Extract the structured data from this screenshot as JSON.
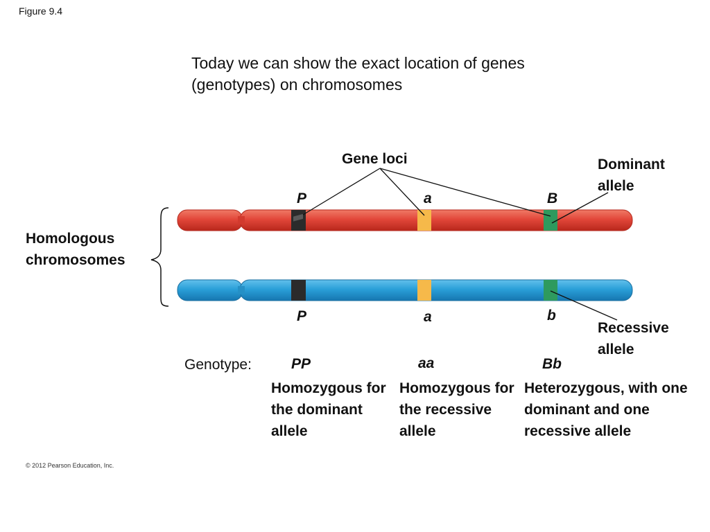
{
  "figure_label": "Figure 9.4",
  "headline": "Today we can show the exact location of genes (genotypes) on chromosomes",
  "labels": {
    "gene_loci": "Gene loci",
    "dominant_allele": "Dominant allele",
    "recessive_allele": "Recessive allele",
    "homologous_chromosomes": "Homologous chromosomes",
    "genotype": "Genotype:"
  },
  "top_chromosome": {
    "alleles": [
      "P",
      "a",
      "B"
    ]
  },
  "bottom_chromosome": {
    "alleles": [
      "P",
      "a",
      "b"
    ]
  },
  "genotypes": [
    {
      "symbol": "PP",
      "description": "Homozygous for the dominant allele"
    },
    {
      "symbol": "aa",
      "description": "Homozygous for the recessive allele"
    },
    {
      "symbol": "Bb",
      "description": "Heterozygous, with one dominant and one recessive allele"
    }
  ],
  "colors": {
    "chromosome_top": "#e2473a",
    "chromosome_bottom": "#2a9fd8",
    "locus_P": "#2b2b2b",
    "locus_a": "#f6b94a",
    "locus_B": "#2e9a5e"
  },
  "copyright": "© 2012 Pearson Education, Inc."
}
